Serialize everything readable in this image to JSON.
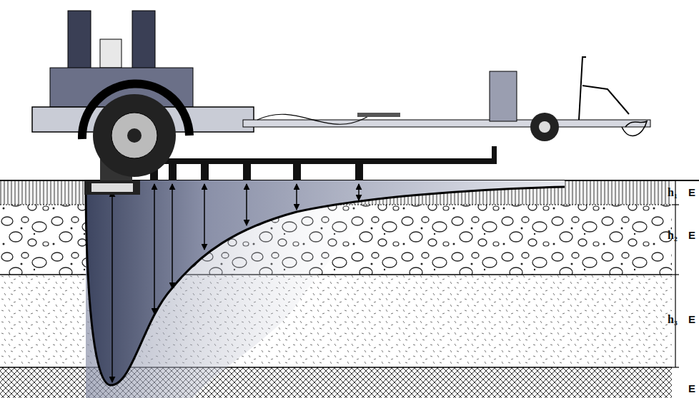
{
  "diagram": {
    "labels": [
      "h₁",
      "E",
      "h₂",
      "E",
      "h₃",
      "E",
      "E"
    ]
  }
}
